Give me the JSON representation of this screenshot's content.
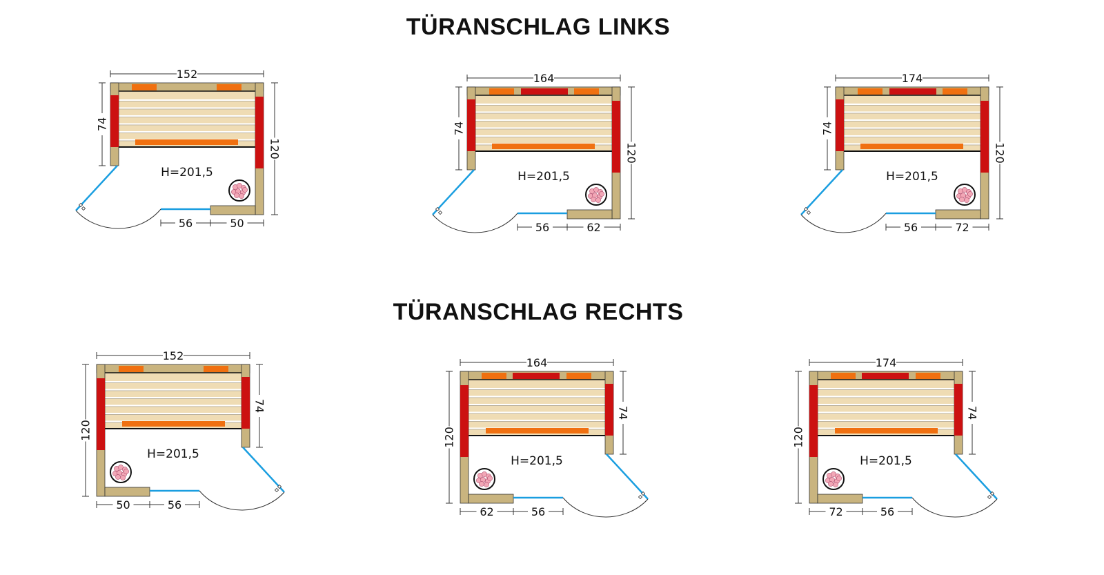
{
  "sections": [
    {
      "title": "TÜRANSCHLAG LINKS",
      "hinge": "left"
    },
    {
      "title": "TÜRANSCHLAG RECHTS",
      "hinge": "right"
    }
  ],
  "diagrams": [
    {
      "section": 0,
      "width": "152",
      "depth": "120",
      "bench": "74",
      "door": "56",
      "side": "50",
      "height": "H=201,5",
      "center_heater": false
    },
    {
      "section": 0,
      "width": "164",
      "depth": "120",
      "bench": "74",
      "door": "56",
      "side": "62",
      "height": "H=201,5",
      "center_heater": true
    },
    {
      "section": 0,
      "width": "174",
      "depth": "120",
      "bench": "74",
      "door": "56",
      "side": "72",
      "height": "H=201,5",
      "center_heater": true
    },
    {
      "section": 1,
      "width": "152",
      "depth": "120",
      "bench": "74",
      "door": "56",
      "side": "50",
      "height": "H=201,5",
      "center_heater": false
    },
    {
      "section": 1,
      "width": "164",
      "depth": "120",
      "bench": "74",
      "door": "56",
      "side": "62",
      "height": "H=201,5",
      "center_heater": true
    },
    {
      "section": 1,
      "width": "174",
      "depth": "120",
      "bench": "74",
      "door": "56",
      "side": "72",
      "height": "H=201,5",
      "center_heater": true
    }
  ],
  "colors": {
    "wood": "#c9b47f",
    "bench": "#efdcb4",
    "heater_red": "#cc1111",
    "heater_orange": "#f07010",
    "glass": "#1a9ee0",
    "stone": "#f2a7b6"
  }
}
